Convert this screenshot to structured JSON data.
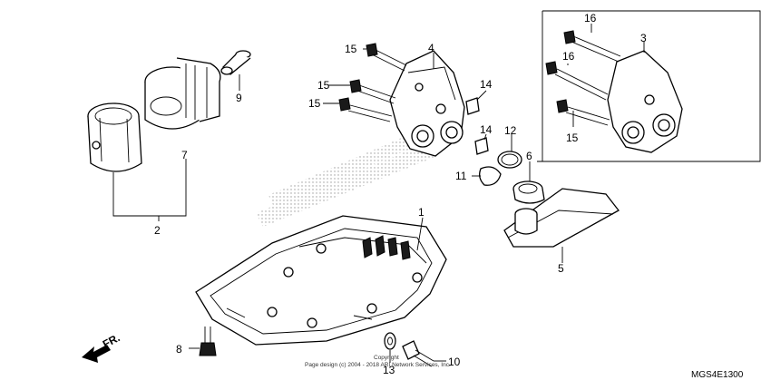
{
  "callouts": [
    {
      "id": "c1",
      "label": "1"
    },
    {
      "id": "c2",
      "label": "2"
    },
    {
      "id": "c3",
      "label": "3"
    },
    {
      "id": "c4",
      "label": "4"
    },
    {
      "id": "c5",
      "label": "5"
    },
    {
      "id": "c6",
      "label": "6"
    },
    {
      "id": "c7",
      "label": "7"
    },
    {
      "id": "c8",
      "label": "8"
    },
    {
      "id": "c9",
      "label": "9"
    },
    {
      "id": "c10",
      "label": "10"
    },
    {
      "id": "c11",
      "label": "11"
    },
    {
      "id": "c12",
      "label": "12"
    },
    {
      "id": "c13",
      "label": "13"
    },
    {
      "id": "c14a",
      "label": "14"
    },
    {
      "id": "c14b",
      "label": "14"
    },
    {
      "id": "c15a",
      "label": "15"
    },
    {
      "id": "c15b",
      "label": "15"
    },
    {
      "id": "c15c",
      "label": "15"
    },
    {
      "id": "c15d",
      "label": "15"
    },
    {
      "id": "c16a",
      "label": "16"
    },
    {
      "id": "c16b",
      "label": "16"
    }
  ],
  "front_arrow_label": "FR.",
  "diagram_code": "MGS4E1300",
  "watermark_line1": "Copyright",
  "watermark_line2": "Page design (c) 2004 - 2018 ARI Network Services, Inc."
}
